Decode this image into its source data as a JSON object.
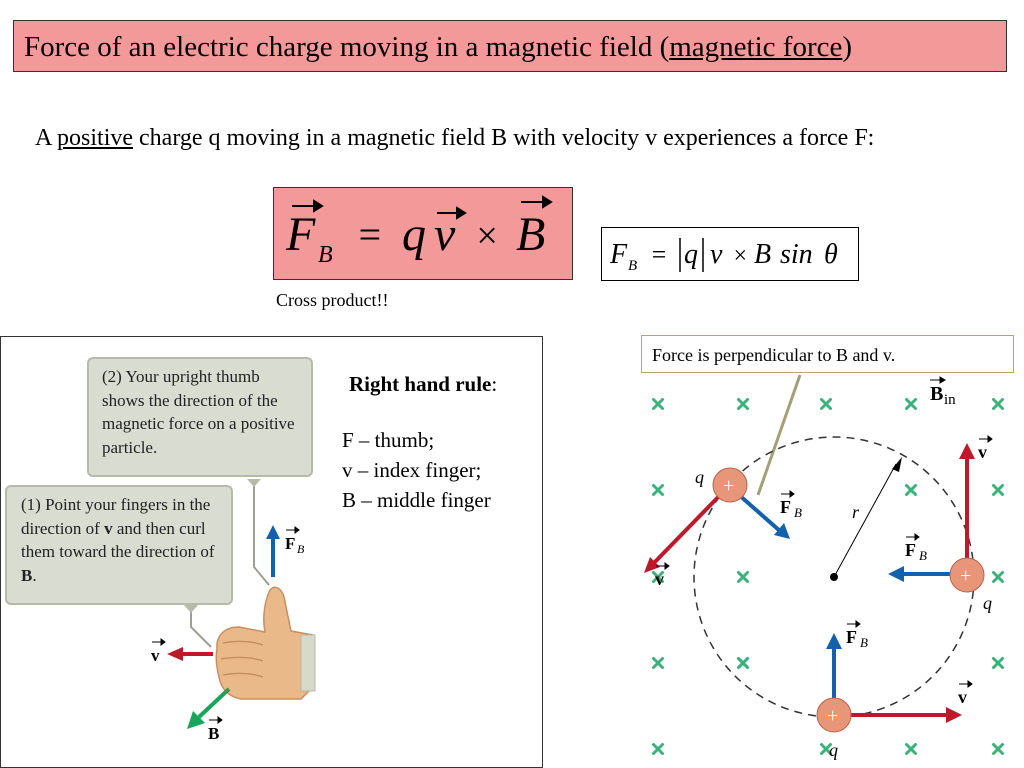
{
  "title": {
    "prefix": "Force of an electric charge moving in a magnetic field (",
    "link": "magnetic force",
    "suffix": ")"
  },
  "intro": {
    "part1": "A ",
    "underlined": "positive",
    "part2": " charge q moving in a magnetic field B with velocity v experiences a force F:"
  },
  "formula_main": "F_B = q v × B",
  "formula_magnitude": "F_B = |q| v × B sin θ",
  "cross_note": "Cross product!!",
  "callout_2": "(2) Your upright thumb shows the direction of the magnetic force on a positive particle.",
  "callout_1": {
    "part1": "(1) Point your fingers in the direction of ",
    "v": "v",
    "part2": " and then curl them toward the direction of ",
    "b": "B",
    "part3": "."
  },
  "hand_labels": {
    "force": "F",
    "force_sub": "B",
    "velocity": "v",
    "field": "B"
  },
  "right_hand_rule": {
    "title": "Right hand rule",
    "colon": ":",
    "lines": [
      "F – thumb;",
      "v – index finger;",
      "B – middle finger"
    ]
  },
  "perpendicular_note": "Force is perpendicular to B and v.",
  "circle_diagram": {
    "field_label": "B",
    "field_sub": "in",
    "radius_label": "r",
    "charge_label": "q",
    "charge_sign": "+",
    "force_label": "F",
    "force_sub": "B",
    "velocity_label": "v"
  },
  "colors": {
    "title_bg": "#f4999a",
    "velocity_arrow": "#c0182b",
    "force_arrow": "#1361ad",
    "field_arrow": "#17a65a",
    "field_cross": "#3ab27a",
    "charge": "#e8967a"
  }
}
